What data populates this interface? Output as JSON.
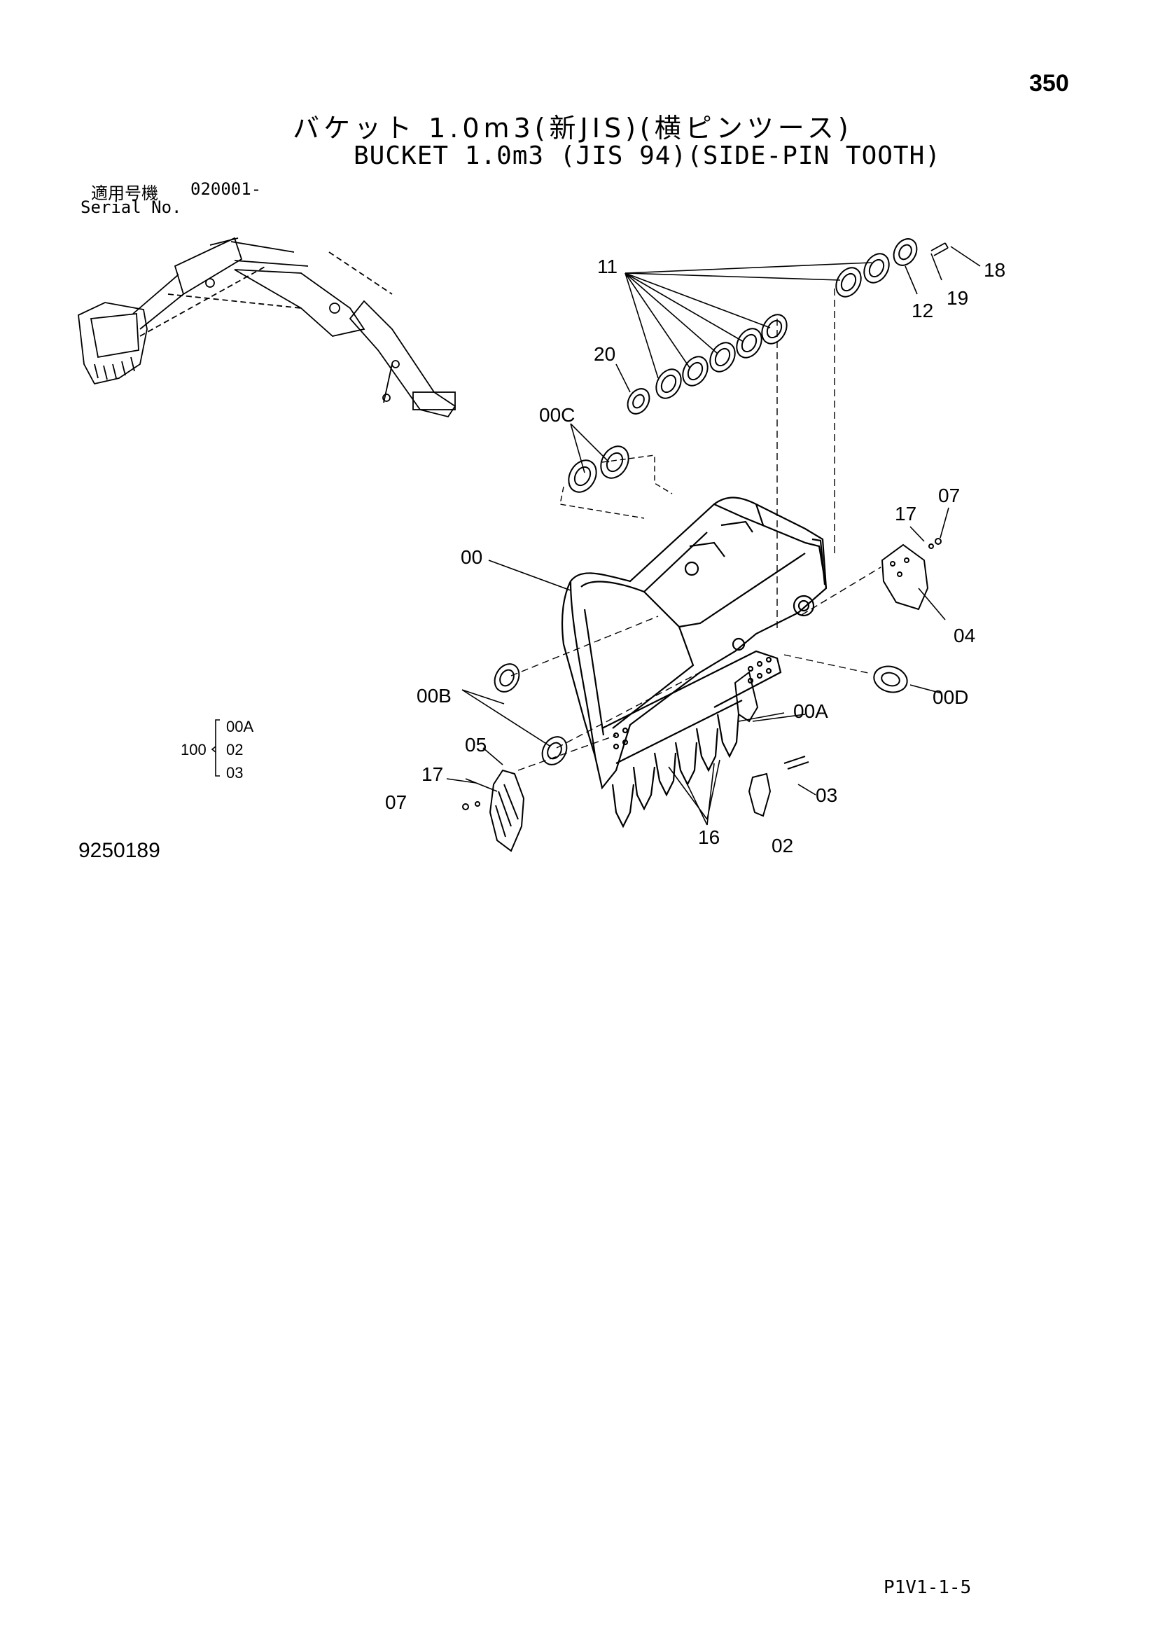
{
  "page_number": "350",
  "title_jp": "バケット 1.0m3(新JIS)(横ピンツース)",
  "title_en": "BUCKET 1.0m3 (JIS 94)(SIDE-PIN TOOTH)",
  "serial": {
    "label_jp": "適用号機",
    "number": "020001-",
    "label_en": "Serial No."
  },
  "callouts": {
    "c11": "11",
    "c18": "18",
    "c19": "19",
    "c12": "12",
    "c20": "20",
    "c00C": "00C",
    "c17a": "17",
    "c07a": "07",
    "c00": "00",
    "c04": "04",
    "c00B": "00B",
    "c00D": "00D",
    "c00A": "00A",
    "c05": "05",
    "c17b": "17",
    "c07b": "07",
    "c03": "03",
    "c16": "16",
    "c02": "02"
  },
  "assembly": {
    "number": "100",
    "parts": [
      "00A",
      "02",
      "03"
    ]
  },
  "figure_number": "9250189",
  "footer_code": "P1V1-1-5"
}
